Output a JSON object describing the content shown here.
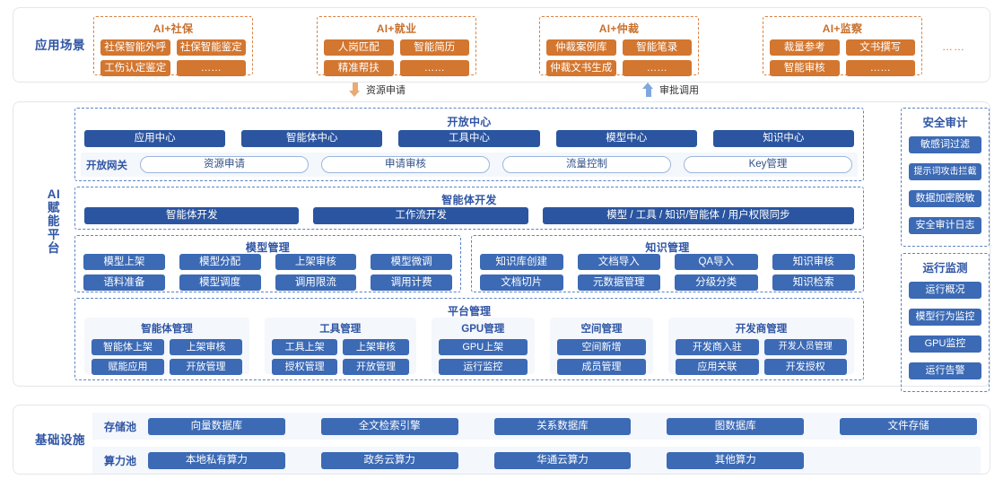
{
  "scenarios": {
    "section_label": "应用场景",
    "trailing_ellipsis": "……",
    "groups": [
      {
        "title": "AI+社保",
        "rows": [
          [
            "社保智能外呼",
            "社保智能鉴定"
          ],
          [
            "工伤认定鉴定",
            "……"
          ]
        ]
      },
      {
        "title": "AI+就业",
        "rows": [
          [
            "人岗匹配",
            "智能简历"
          ],
          [
            "精准帮扶",
            "……"
          ]
        ]
      },
      {
        "title": "AI+仲裁",
        "rows": [
          [
            "仲裁案例库",
            "智能笔录"
          ],
          [
            "仲裁文书生成",
            "……"
          ]
        ]
      },
      {
        "title": "AI+监察",
        "rows": [
          [
            "裁量参考",
            "文书撰写"
          ],
          [
            "智能审核",
            "……"
          ]
        ]
      }
    ]
  },
  "flows": {
    "down": {
      "label": "资源申请",
      "icon": "arrow-down-icon",
      "color": "#e9ab72"
    },
    "up": {
      "label": "审批调用",
      "icon": "arrow-up-icon",
      "color": "#7fa9dd"
    }
  },
  "platform": {
    "section_label": "AI赋能平台",
    "section_label_chars": [
      "AI",
      "赋",
      "能",
      "平",
      "台"
    ],
    "open_center": {
      "title": "开放中心",
      "centers": [
        "应用中心",
        "智能体中心",
        "工具中心",
        "模型中心",
        "知识中心"
      ],
      "gateway_label": "开放网关",
      "gateway_items": [
        "资源申请",
        "申请审核",
        "流量控制",
        "Key管理"
      ]
    },
    "agent_dev": {
      "title": "智能体开发",
      "items": [
        "智能体开发",
        "工作流开发",
        "模型 / 工具 / 知识/智能体 / 用户权限同步"
      ]
    },
    "model_mgmt": {
      "title": "模型管理",
      "items": [
        "模型上架",
        "模型分配",
        "上架审核",
        "模型微调",
        "语料准备",
        "模型调度",
        "调用限流",
        "调用计费"
      ]
    },
    "knowledge_mgmt": {
      "title": "知识管理",
      "items": [
        "知识库创建",
        "文档导入",
        "QA导入",
        "知识审核",
        "文档切片",
        "元数据管理",
        "分级分类",
        "知识检索"
      ]
    },
    "platform_mgmt": {
      "title": "平台管理",
      "columns": [
        {
          "title": "智能体管理",
          "items": [
            "智能体上架",
            "上架审核",
            "赋能应用",
            "开放管理"
          ],
          "cols": 2
        },
        {
          "title": "工具管理",
          "items": [
            "工具上架",
            "上架审核",
            "授权管理",
            "开放管理"
          ],
          "cols": 2
        },
        {
          "title": "GPU管理",
          "items": [
            "GPU上架",
            "运行监控"
          ],
          "cols": 1
        },
        {
          "title": "空间管理",
          "items": [
            "空间新增",
            "成员管理"
          ],
          "cols": 1
        },
        {
          "title": "开发商管理",
          "items": [
            "开发商入驻",
            "开发人员管理",
            "应用关联",
            "开发授权"
          ],
          "cols": 2
        }
      ]
    }
  },
  "side": {
    "security_audit": {
      "title": "安全审计",
      "items": [
        "敏感词过滤",
        "提示词攻击拦截",
        "数据加密脱敏",
        "安全审计日志"
      ]
    },
    "runtime_monitor": {
      "title": "运行监测",
      "items": [
        "运行概况",
        "模型行为监控",
        "GPU监控",
        "运行告警"
      ]
    }
  },
  "infrastructure": {
    "section_label": "基础设施",
    "rows": [
      {
        "label": "存储池",
        "items": [
          "向量数据库",
          "全文检索引擎",
          "关系数据库",
          "图数据库",
          "文件存储"
        ]
      },
      {
        "label": "算力池",
        "items": [
          "本地私有算力",
          "政务云算力",
          "华通云算力",
          "其他算力"
        ]
      }
    ]
  },
  "colors": {
    "orange": "#d3762f",
    "orange_border": "#d98243",
    "blue_dark": "#2b55a0",
    "blue_mid": "#3c6ab5",
    "blue_text": "#2f55a4",
    "dash_blue": "#5b84c4",
    "panel_bg": "#f4f7fb",
    "card_border": "#e3e6ea"
  }
}
